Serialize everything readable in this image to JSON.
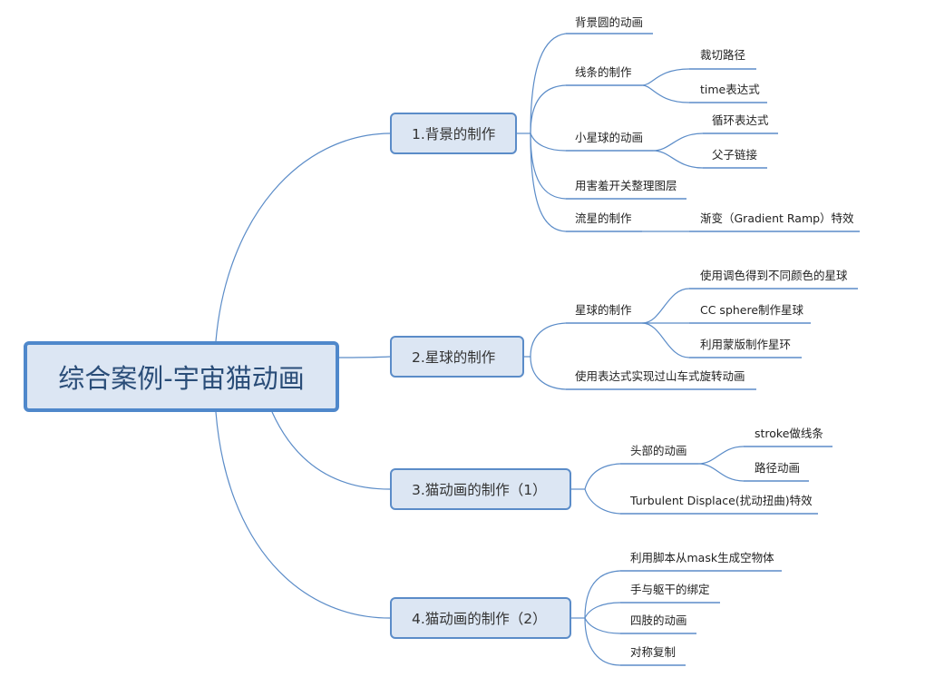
{
  "mindmap": {
    "root": "综合案例-宇宙猫动画",
    "branches": [
      {
        "label": "1.背景的制作",
        "children": [
          {
            "label": "背景圆的动画"
          },
          {
            "label": "线条的制作",
            "children": [
              {
                "label": "裁切路径"
              },
              {
                "label": "time表达式"
              }
            ]
          },
          {
            "label": "小星球的动画",
            "children": [
              {
                "label": "循环表达式"
              },
              {
                "label": "父子链接"
              }
            ]
          },
          {
            "label": "用害羞开关整理图层"
          },
          {
            "label": "流星的制作",
            "children": [
              {
                "label": "渐变（Gradient Ramp）特效"
              }
            ]
          }
        ]
      },
      {
        "label": "2.星球的制作",
        "children": [
          {
            "label": "星球的制作",
            "children": [
              {
                "label": "使用调色得到不同颜色的星球"
              },
              {
                "label": "CC sphere制作星球"
              },
              {
                "label": "利用蒙版制作星环"
              }
            ]
          },
          {
            "label": "使用表达式实现过山车式旋转动画"
          }
        ]
      },
      {
        "label": "3.猫动画的制作（1）",
        "children": [
          {
            "label": "头部的动画",
            "children": [
              {
                "label": "stroke做线条"
              },
              {
                "label": "路径动画"
              }
            ]
          },
          {
            "label": "Turbulent Displace(扰动扭曲)特效"
          }
        ]
      },
      {
        "label": "4.猫动画的制作（2）",
        "children": [
          {
            "label": "利用脚本从mask生成空物体"
          },
          {
            "label": "手与躯干的绑定"
          },
          {
            "label": "四肢的动画"
          },
          {
            "label": "对称复制"
          }
        ]
      }
    ]
  },
  "colors": {
    "line": "#5b8cc8",
    "box_fill": "#dce6f3",
    "root_border": "#4f88cb"
  }
}
